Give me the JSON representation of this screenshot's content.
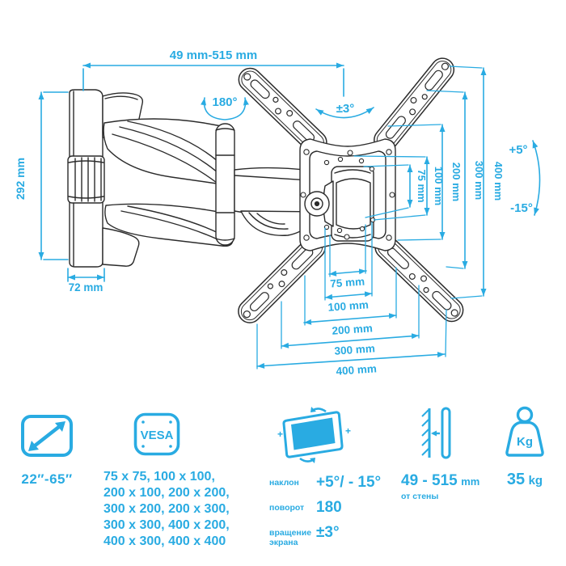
{
  "colors": {
    "accent": "#29abe2",
    "line": "#2b2b2b"
  },
  "diagram": {
    "arm_reach": "49 mm-515 mm",
    "swivel_angle": "180°",
    "plate_rotation": "±3°",
    "plate_height": "292 mm",
    "wallplate_width": "72 mm",
    "tilt_up": "+5°",
    "tilt_down": "-15°",
    "vesa_vertical": [
      "75 mm",
      "100 mm",
      "200 mm",
      "300 mm",
      "400 mm"
    ],
    "vesa_horizontal": [
      "75 mm",
      "100 mm",
      "200 mm",
      "300 mm",
      "400 mm"
    ]
  },
  "features": {
    "screen_size": {
      "label": "22″-65″"
    },
    "vesa": {
      "badge": "VESA",
      "patterns": [
        "75 x 75, 100 x 100,",
        "200 x 100, 200 x 200,",
        "300 x 200, 200 x 300,",
        "300 x 300, 400 x 200,",
        "400 x 300, 400 x 400"
      ]
    },
    "movement": {
      "tilt_label": "наклон",
      "tilt_value": "+5°/ - 15°",
      "swivel_label": "поворот",
      "swivel_value": "180",
      "rotate_label": "вращение экрана",
      "rotate_value": "±3°",
      "plus_left": "+",
      "plus_right": "+"
    },
    "wall_distance": {
      "value": "49 - 515",
      "unit": "mm",
      "sub": "от стены"
    },
    "weight": {
      "badge": "Kg",
      "value": "35",
      "unit": "kg"
    }
  }
}
